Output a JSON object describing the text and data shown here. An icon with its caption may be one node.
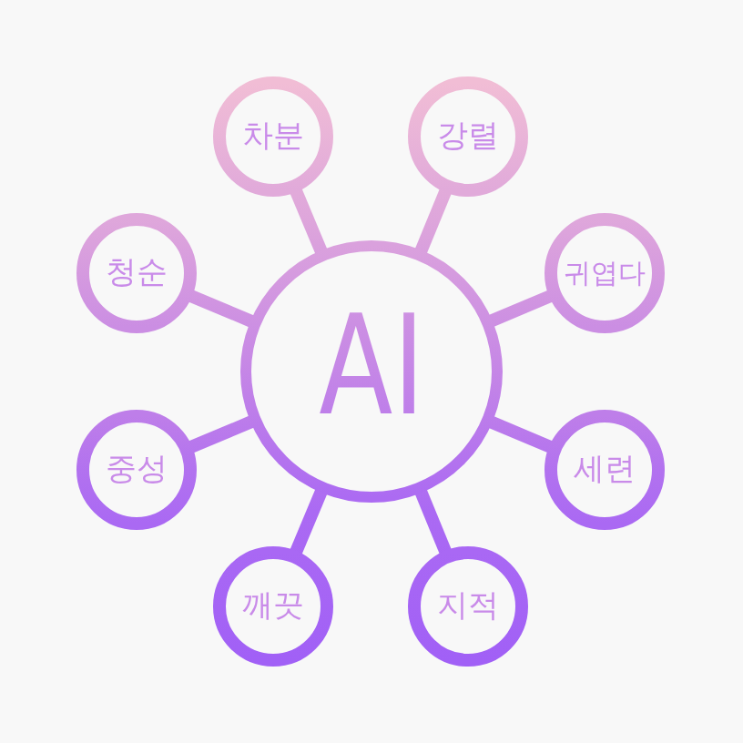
{
  "diagram": {
    "nodes": [
      {
        "text": [
          "AI"
        ]
      },
      {
        "text": [
          "차분"
        ]
      },
      {
        "text": [
          "강렬"
        ]
      },
      {
        "text": [
          "청순"
        ]
      },
      {
        "text": [
          "귀엽다"
        ]
      },
      {
        "text": [
          "중성"
        ]
      },
      {
        "text": [
          "세련"
        ]
      },
      {
        "text": [
          "깨끗"
        ]
      },
      {
        "text": [
          "지적"
        ]
      }
    ],
    "edges": [
      {
        "from": 0,
        "to": 1,
        "arrow": "none"
      },
      {
        "from": 0,
        "to": 2,
        "arrow": "none"
      },
      {
        "from": 0,
        "to": 3,
        "arrow": "none"
      },
      {
        "from": 0,
        "to": 4,
        "arrow": "none"
      },
      {
        "from": 0,
        "to": 5,
        "arrow": "none"
      },
      {
        "from": 0,
        "to": 6,
        "arrow": "none"
      },
      {
        "from": 0,
        "to": 7,
        "arrow": "none"
      },
      {
        "from": 0,
        "to": 8,
        "arrow": "none"
      }
    ]
  }
}
